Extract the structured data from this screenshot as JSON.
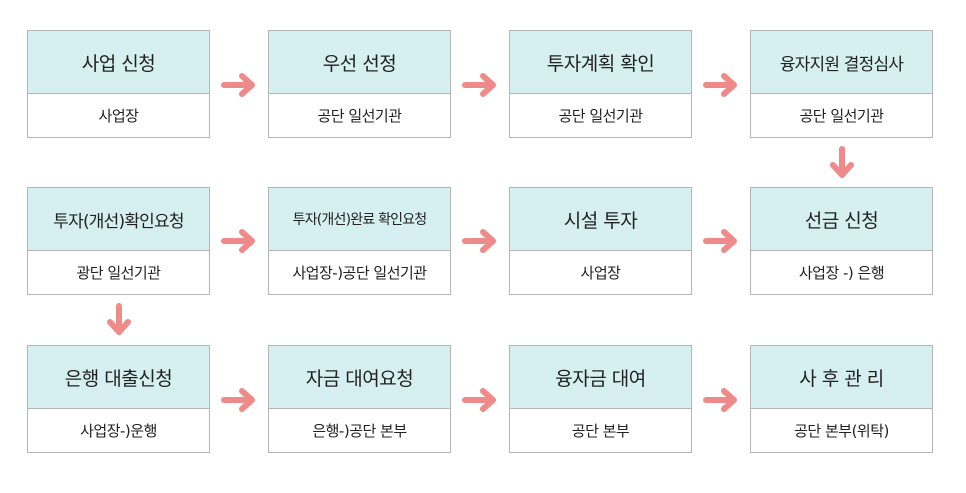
{
  "colors": {
    "header_fill": "#d6eff0",
    "border": "#b5b5b5",
    "arrow": "#ee8a8a"
  },
  "steps": [
    {
      "title": "사업 신청",
      "sub": "사업장"
    },
    {
      "title": "우선 선정",
      "sub": "공단 일선기관"
    },
    {
      "title": "투자계획 확인",
      "sub": "공단 일선기관"
    },
    {
      "title": "융자지원 결정심사",
      "sub": "공단 일선기관"
    },
    {
      "title": "투자(개선)확인요청",
      "sub": "광단 일선기관"
    },
    {
      "title": "투자(개선)완료 확인요청",
      "sub": "사업장-)공단 일선기관"
    },
    {
      "title": "시설 투자",
      "sub": "사업장"
    },
    {
      "title": "선금 신청",
      "sub": "사업장 -) 은행"
    },
    {
      "title": "은행 대출신청",
      "sub": "사업장-)운행"
    },
    {
      "title": "자금 대여요청",
      "sub": "은행-)공단 본부"
    },
    {
      "title": "융자금 대여",
      "sub": "공단 본부"
    },
    {
      "title": "사 후 관 리",
      "sub": "공단 본부(위탁)"
    }
  ]
}
